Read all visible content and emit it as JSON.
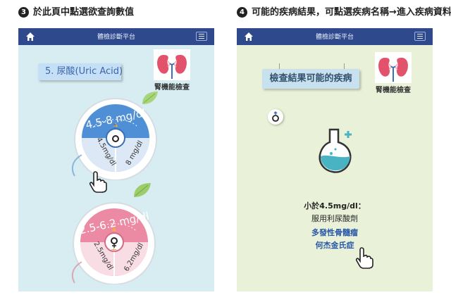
{
  "captions": {
    "left_number": "3",
    "left_text": "於此頁中點選欲查詢數值",
    "right_number": "4",
    "right_text": "可能的疾病結果，可點選疾病名稱→進入疾病資料"
  },
  "colors": {
    "appbar": "#2e4a8c",
    "left_bg": "#d7edf1",
    "right_bg": "#eaf1d9",
    "blue_dial": "#4f8fd6",
    "pink_dial": "#ec8aa3",
    "link": "#2757a8"
  },
  "left_screen": {
    "appbar": {
      "title": "體檢診斷平台",
      "home_icon": "home-icon",
      "menu_icon": "menu-icon"
    },
    "test_label": "5. 尿酸(Uric Acid)",
    "kidney_label": "腎機能檢查",
    "dial_male": {
      "range": "4.5-8 mg/dl",
      "low": "4.5mg/dl",
      "high": "8 mg/dl",
      "gender_icon": "male-icon"
    },
    "dial_female": {
      "range": "2.5-6.2 mg/dl",
      "low": "2.5mg/dl",
      "high": "6.2mg/dl",
      "gender_icon": "female-icon"
    }
  },
  "right_screen": {
    "appbar": {
      "title": "體檢診斷平台",
      "home_icon": "home-icon",
      "menu_icon": "menu-icon"
    },
    "banner": "檢查結果可能的疾病",
    "kidney_label": "腎機能檢查",
    "result_title": "小於4.5mg/dl：",
    "drug_line": "服用利尿酸劑",
    "diseases": [
      "多發性骨髓瘤",
      "何杰金氏症"
    ]
  }
}
